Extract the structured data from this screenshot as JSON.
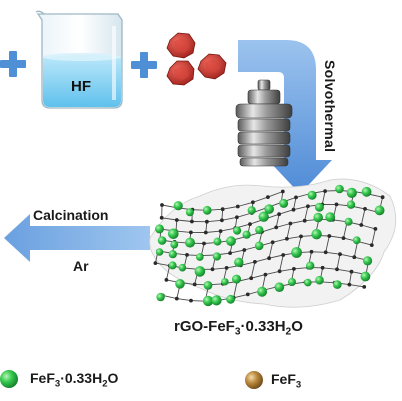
{
  "reagents": {
    "beaker_label": "HF"
  },
  "process": {
    "step1": "Solvothermal",
    "step2_top": "Calcination",
    "step2_bottom": "Ar"
  },
  "intermediate": {
    "label_main": "rGO-FeF",
    "label_sub1": "3",
    "label_mid": "·0.33H",
    "label_sub2": "2",
    "label_end": "O"
  },
  "legend": [
    {
      "main": "FeF",
      "sub1": "3",
      "mid": "·0.33H",
      "sub2": "2",
      "end": "O",
      "color": "#2fc24a"
    },
    {
      "main": "FeF",
      "sub1": "3",
      "mid": "",
      "sub2": "",
      "end": "",
      "color": "#b8873b"
    }
  ],
  "colors": {
    "plus": "#4f8fd6",
    "arrow": "#79a9e0",
    "crystal": "#c8312b",
    "sphere_green": "#2fc24a",
    "sphere_brown": "#b8873b",
    "liquid": "#8ad3f2"
  }
}
